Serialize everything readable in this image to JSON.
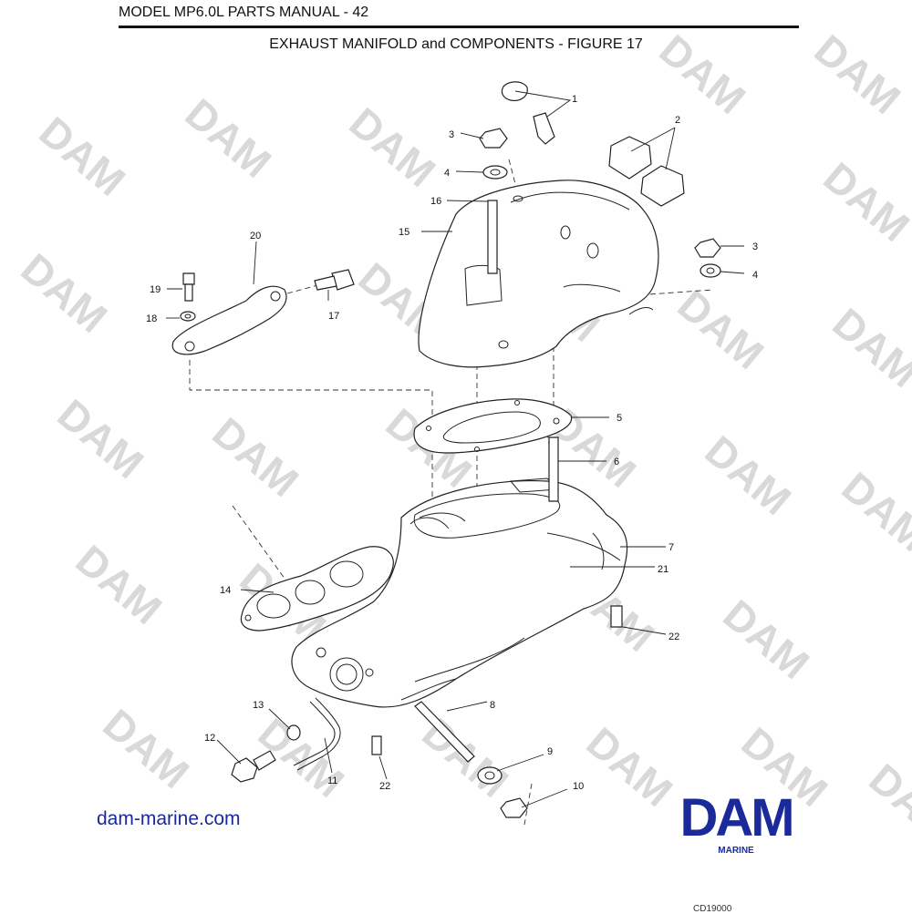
{
  "header": {
    "title": "MODEL MP6.0L PARTS MANUAL - 42",
    "subtitle": "EXHAUST MANIFOLD and COMPONENTS - FIGURE 17"
  },
  "watermark": {
    "text": "DAM"
  },
  "callouts": {
    "c1": "1",
    "c2": "2",
    "c3a": "3",
    "c3b": "3",
    "c4a": "4",
    "c4b": "4",
    "c5": "5",
    "c6": "6",
    "c7": "7",
    "c8": "8",
    "c9": "9",
    "c10": "10",
    "c11": "11",
    "c12": "12",
    "c13": "13",
    "c14": "14",
    "c15": "15",
    "c16": "16",
    "c17": "17",
    "c18": "18",
    "c19": "19",
    "c20": "20",
    "c21": "21",
    "c22a": "22",
    "c22b": "22"
  },
  "footer": {
    "website": "dam-marine.com",
    "logo_word": "DAM",
    "logo_sub": "MARINE",
    "code": "CD19000"
  },
  "colors": {
    "brand": "#1b2a9a",
    "watermark": "#d9d9d9"
  }
}
